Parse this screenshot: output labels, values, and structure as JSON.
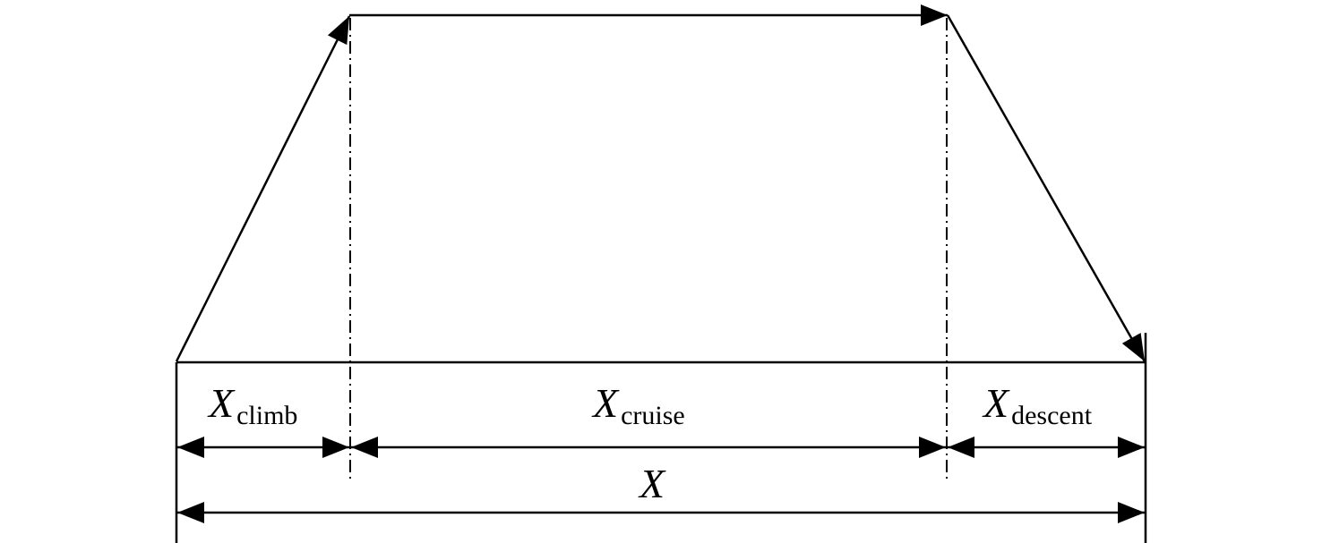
{
  "labels": {
    "climb": {
      "main": "X",
      "sub": "climb"
    },
    "cruise": {
      "main": "X",
      "sub": "cruise"
    },
    "descent": {
      "main": "X",
      "sub": "descent"
    },
    "total": {
      "main": "X"
    }
  },
  "colors": {
    "line": "#000000",
    "background": "#ffffff"
  }
}
